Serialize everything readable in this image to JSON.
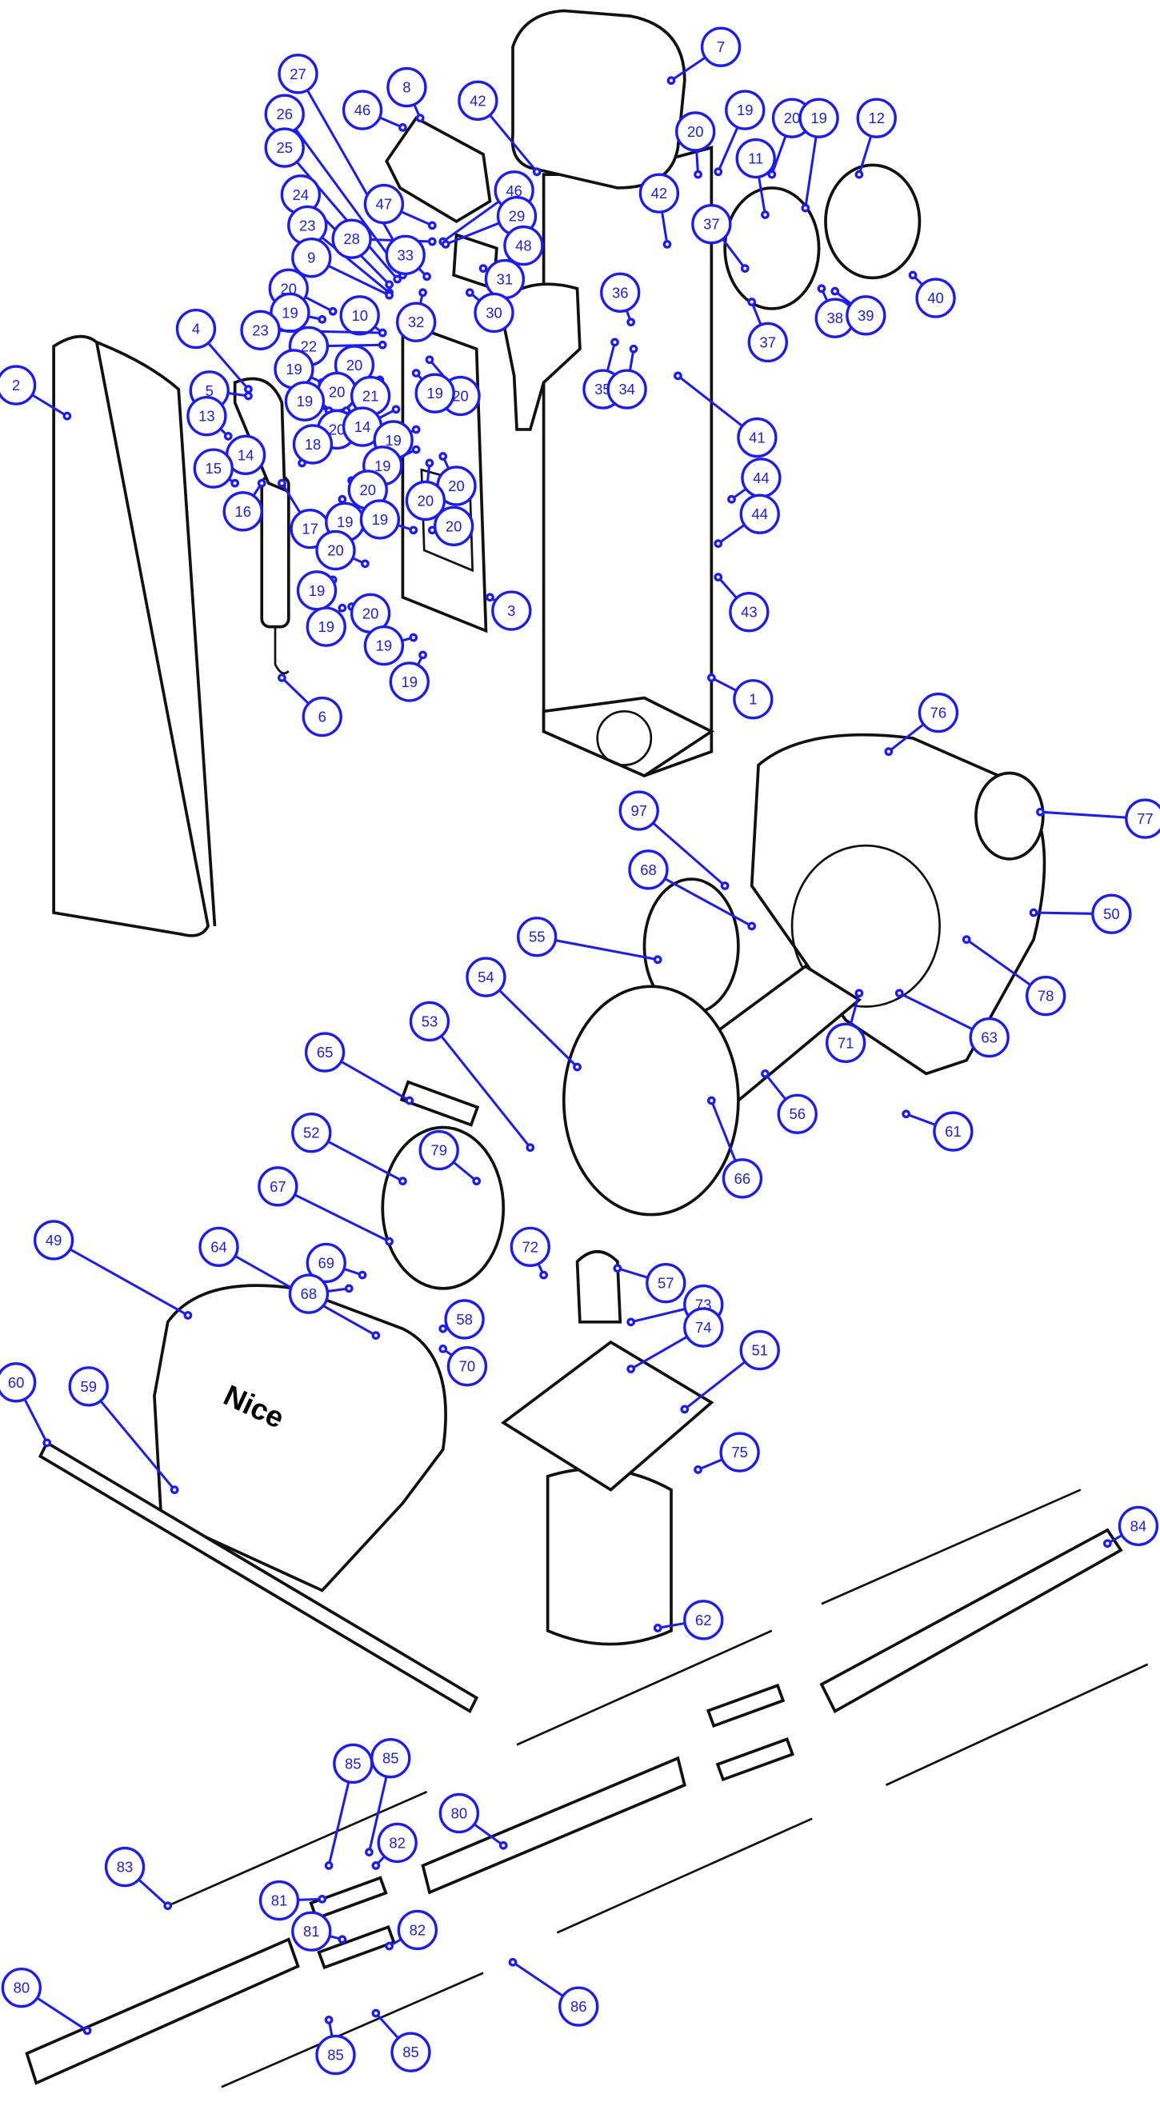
{
  "diagram": {
    "type": "exploded-parts-view",
    "brand_mark": "Nice",
    "callouts": [
      "7",
      "8",
      "27",
      "46",
      "42",
      "19",
      "20",
      "20",
      "19",
      "12",
      "26",
      "25",
      "24",
      "23",
      "9",
      "47",
      "46",
      "28",
      "29",
      "33",
      "48",
      "42",
      "11",
      "37",
      "20",
      "19",
      "10",
      "23",
      "31",
      "30",
      "32",
      "36",
      "37",
      "38",
      "39",
      "40",
      "22",
      "19",
      "20",
      "20",
      "19",
      "35",
      "34",
      "41",
      "4",
      "2",
      "5",
      "13",
      "14",
      "20",
      "19",
      "20",
      "21",
      "14",
      "19",
      "19",
      "18",
      "15",
      "20",
      "20",
      "20",
      "16",
      "17",
      "19",
      "19",
      "20",
      "44",
      "44",
      "20",
      "19",
      "20",
      "19",
      "3",
      "43",
      "19",
      "19",
      "1",
      "6",
      "76",
      "77",
      "97",
      "50",
      "68",
      "55",
      "54",
      "78",
      "63",
      "71",
      "53",
      "65",
      "56",
      "61",
      "66",
      "52",
      "79",
      "67",
      "49",
      "64",
      "72",
      "57",
      "69",
      "68",
      "58",
      "73",
      "74",
      "70",
      "51",
      "60",
      "59",
      "75",
      "84",
      "62",
      "85",
      "85",
      "80",
      "82",
      "83",
      "81",
      "81",
      "82",
      "80",
      "86",
      "85",
      "85"
    ],
    "colors": {
      "callout": "#1a1aff",
      "line": "#111111"
    }
  }
}
